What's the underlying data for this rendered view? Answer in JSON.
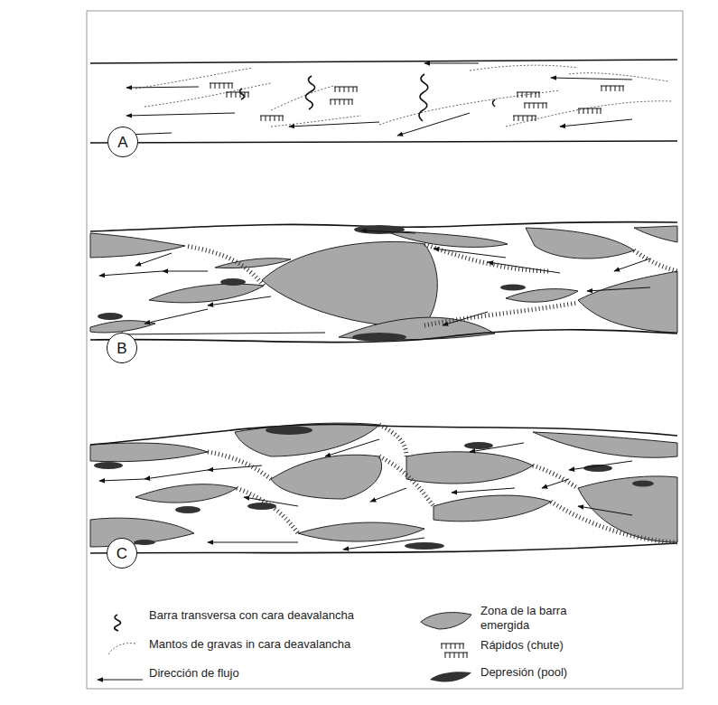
{
  "diagram": {
    "nodes": [
      {
        "text": [
          "A"
        ]
      },
      {
        "text": [
          "B"
        ]
      },
      {
        "text": [
          "C"
        ]
      }
    ],
    "legend": [
      {
        "text": "Barra transversa con cara deavalancha"
      },
      {
        "text": "Mantos de gravas in cara deavalancha"
      },
      {
        "text": "Dirección de flujo"
      },
      {
        "text": "Zona de la barra emergida"
      },
      {
        "text": "Rápidos (chute)"
      },
      {
        "text": "Depresión (pool)"
      }
    ]
  }
}
